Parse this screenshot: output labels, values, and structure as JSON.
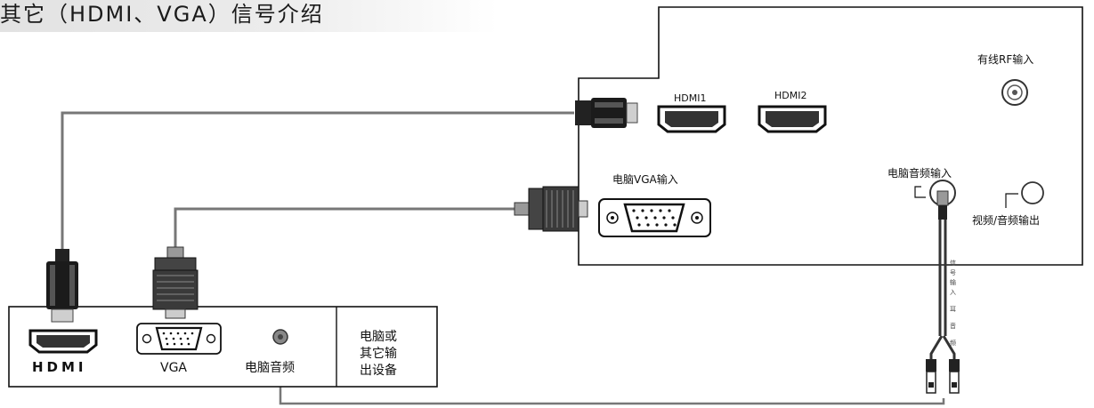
{
  "title": "其它（HDMI、VGA）信号介绍",
  "tv_panel": {
    "hdmi1_label": "HDMI1",
    "hdmi2_label": "HDMI2",
    "rf_label": "有线RF输入",
    "vga_label": "电脑VGA输入",
    "pc_audio_label": "电脑音频输入",
    "av_out_label": "视频/音频输出",
    "cable_text": [
      "信",
      "号",
      "输",
      "入",
      "耳",
      "音",
      "频"
    ]
  },
  "pc_device": {
    "hdmi_label": "HDMI",
    "vga_label": "VGA",
    "audio_label": "电脑音频",
    "device_label_lines": [
      "电脑或",
      "其它输",
      "出设备"
    ]
  }
}
